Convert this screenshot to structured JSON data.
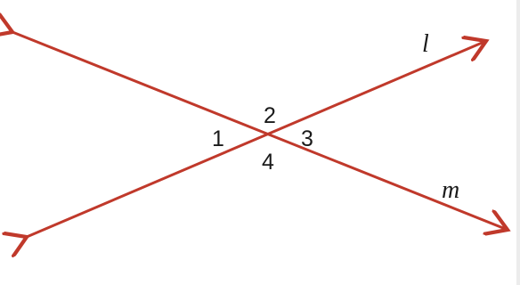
{
  "diagram": {
    "line_color": "#c0392b",
    "text_color": "#1a1a1a",
    "lines": [
      {
        "id": "l",
        "label": "l"
      },
      {
        "id": "m",
        "label": "m"
      }
    ],
    "angles": [
      "1",
      "2",
      "3",
      "4"
    ]
  }
}
